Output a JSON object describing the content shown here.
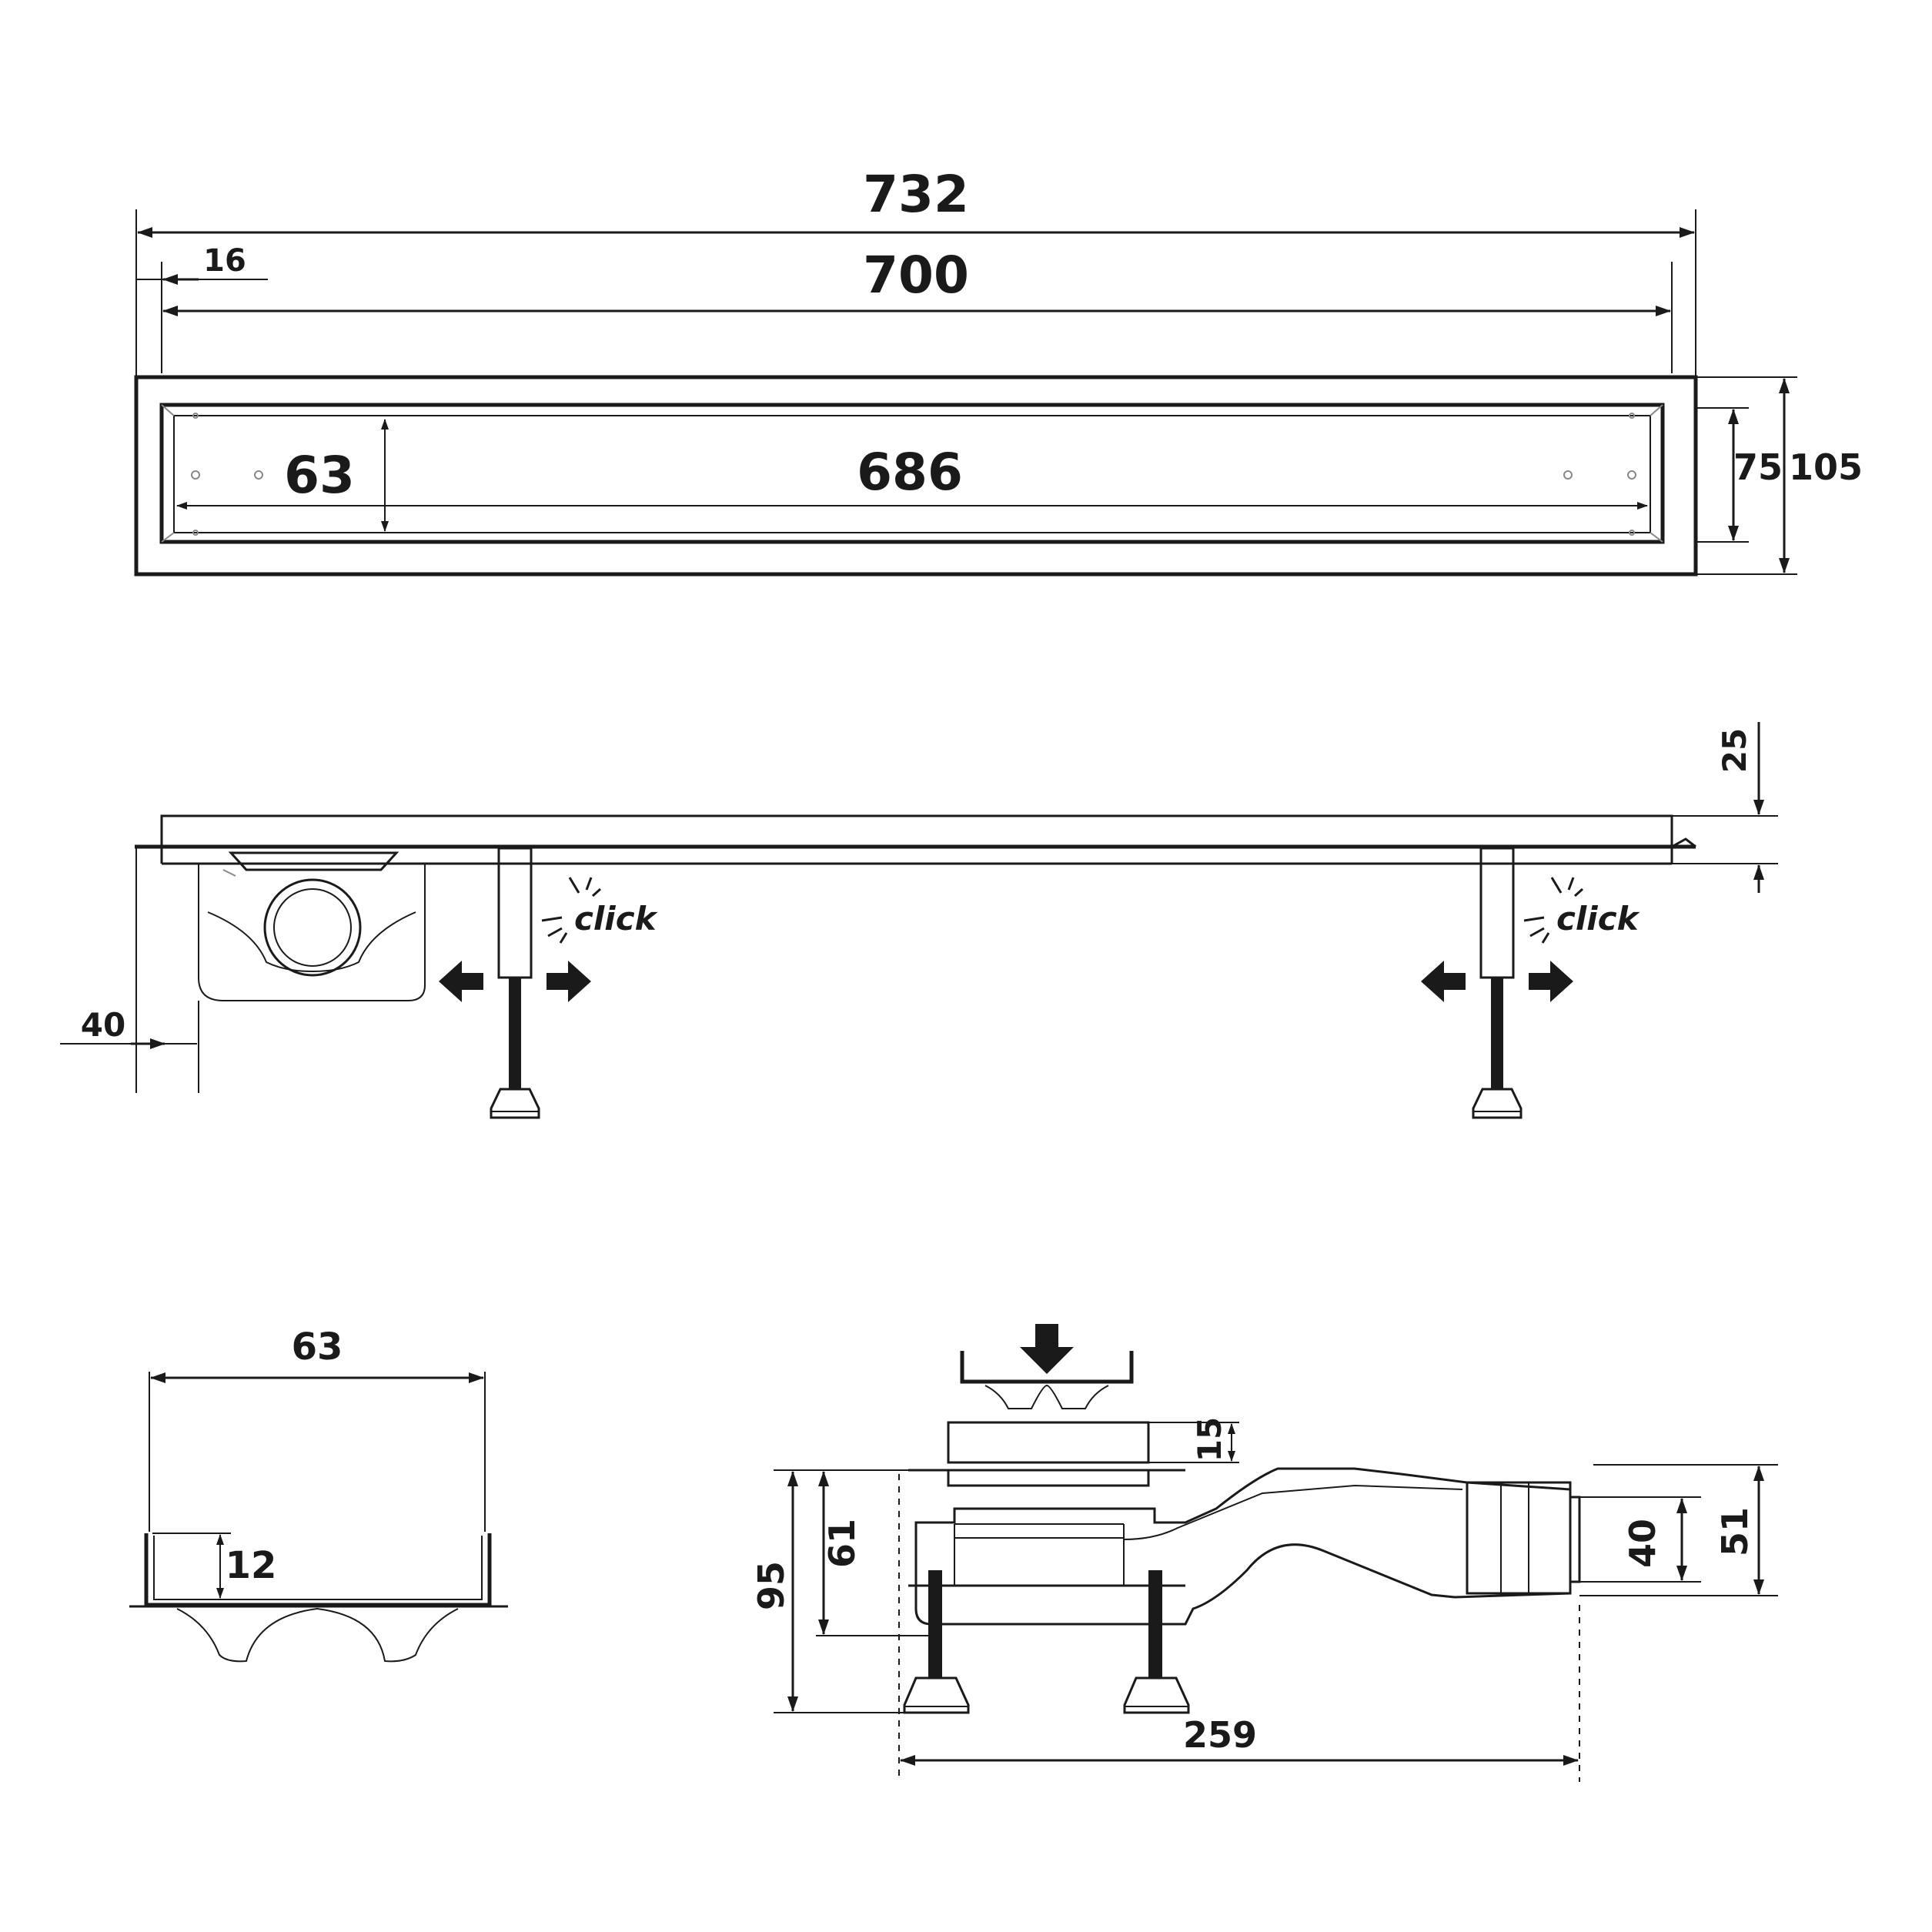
{
  "top_view": {
    "overall_length": "732",
    "body_length": "700",
    "end_offset": "16",
    "grate_width": "63",
    "grate_length": "686",
    "inner_width": "75",
    "overall_width": "105"
  },
  "side_view": {
    "flange_height": "25",
    "outlet_offset": "40",
    "click_label_left": "click",
    "click_label_right": "click"
  },
  "cross_section": {
    "grate_width": "63",
    "grate_height": "12"
  },
  "outlet_view": {
    "frame_height": "15",
    "depth_inner": "61",
    "depth_total": "95",
    "outlet_diameter": "40",
    "outlet_outer": "51",
    "total_length": "259"
  },
  "colors": {
    "line": "#1a1a1a",
    "hidden": "#888888",
    "background": "#ffffff"
  }
}
